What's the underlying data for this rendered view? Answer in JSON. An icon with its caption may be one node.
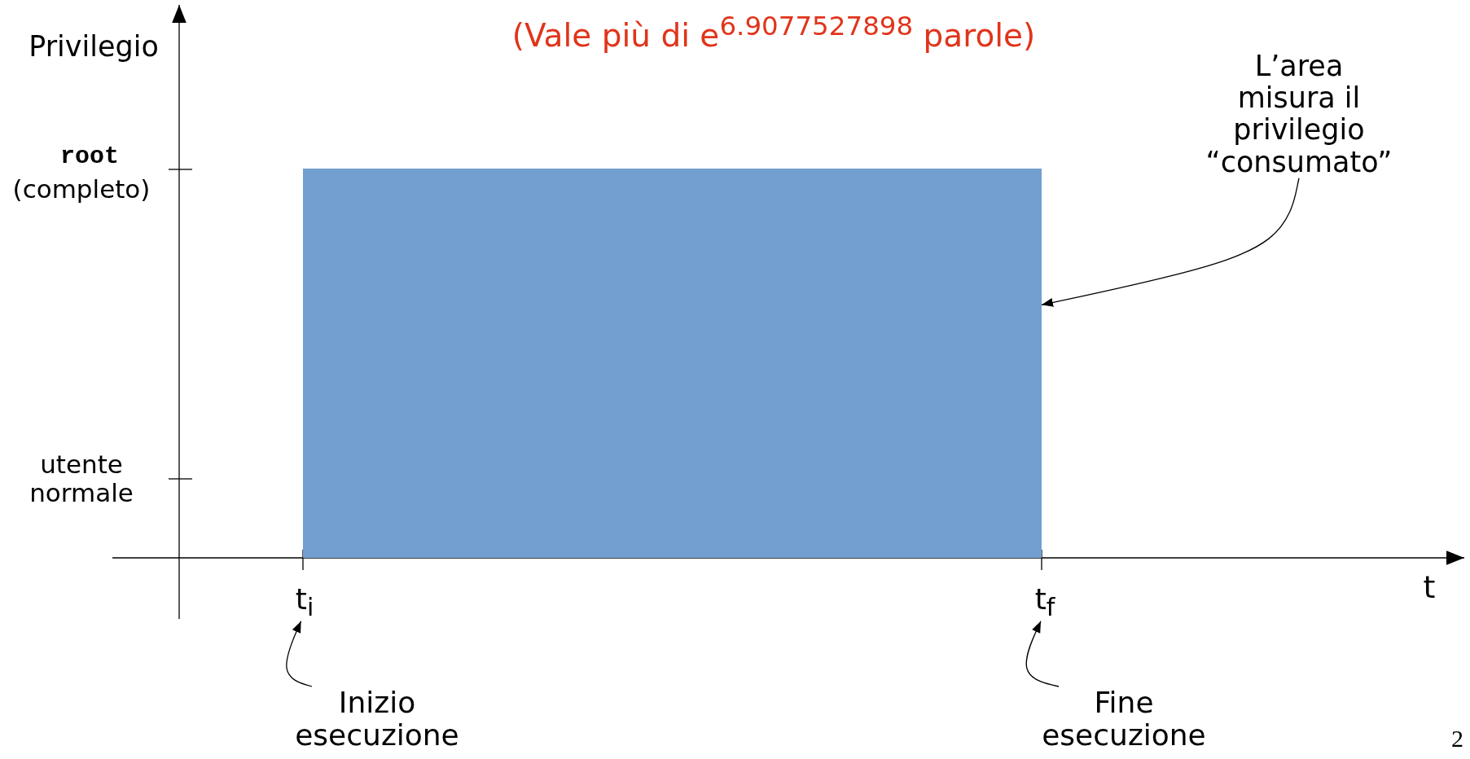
{
  "diagram": {
    "title": "(Vale più di e$^{6.9077527898}$ parole)",
    "nodes": [
      {
        "text": [
          "L’area misura il privilegio “consumato”"
        ]
      },
      {
        "text": [],
        "shape": "box"
      },
      {
        "text": [
          "Inizio esecuzione"
        ]
      },
      {
        "text": [
          "t$_{i}$"
        ]
      },
      {
        "text": [
          "Fine esecuzione"
        ]
      },
      {
        "text": [
          "t$_{f}$"
        ]
      }
    ],
    "edges": [
      {
        "from": 0,
        "to": 1,
        "arrow": "to"
      },
      {
        "from": 2,
        "to": 3,
        "arrow": "to"
      },
      {
        "from": 4,
        "to": 5,
        "arrow": "to"
      }
    ],
    "labels": [
      "Privilegio",
      "root",
      "(completo)",
      "utente normale",
      "t",
      "2"
    ]
  }
}
